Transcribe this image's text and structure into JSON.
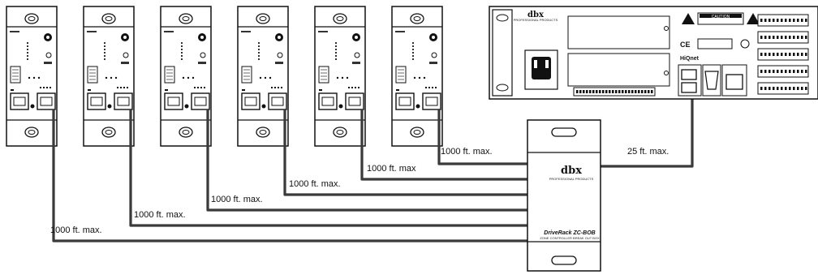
{
  "diagram": {
    "wall_panels": [
      {
        "id": "panel-1"
      },
      {
        "id": "panel-2"
      },
      {
        "id": "panel-3"
      },
      {
        "id": "panel-4"
      },
      {
        "id": "panel-5"
      },
      {
        "id": "panel-6"
      }
    ],
    "cable_labels": [
      "1000 ft. max.",
      "1000 ft. max.",
      "1000 ft. max.",
      "1000 ft. max.",
      "1000 ft. max",
      "1000 ft. max."
    ],
    "hub_link_label": "25 ft. max.",
    "hub": {
      "brand": "dbx",
      "name": "DriveRack ZC-BOB"
    },
    "rack_unit": {
      "brand": "dbx",
      "network_logo": "HiQnet",
      "caution_label": "CAUTION"
    },
    "colors": {
      "cable": "#3a3a3a",
      "line": "#111111"
    }
  }
}
